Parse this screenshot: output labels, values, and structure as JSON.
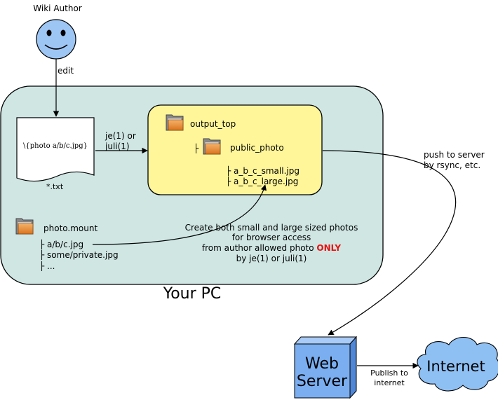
{
  "actor": {
    "label": "Wiki Author",
    "edit_label": "edit"
  },
  "source_doc": {
    "content": "\\{photo a/b/c.jpg}",
    "extension": "*.txt"
  },
  "convert_label": {
    "line1": "je(1) or",
    "line2": "juli(1)"
  },
  "output": {
    "folder": "output_top",
    "subfolder_prefix": "├",
    "subfolder": "public_photo",
    "files": [
      "├ a_b_c_small.jpg",
      "├ a_b_c_large.jpg"
    ]
  },
  "photo_mount": {
    "folder": "photo.mount",
    "items": [
      "├ a/b/c.jpg",
      "├ some/private.jpg",
      "├ ..."
    ]
  },
  "description": {
    "line1": "Create both small and large sized photos",
    "line2": "for browser access",
    "line3_prefix": "from author allowed photo",
    "line3_emphasis": "ONLY",
    "line4": "by je(1) or juli(1)"
  },
  "pc_label": "Your PC",
  "push_label": {
    "line1": "push to server",
    "line2": "by rsync, etc."
  },
  "web_server": {
    "line1": "Web",
    "line2": "Server"
  },
  "publish_label": {
    "line1": "Publish to",
    "line2": "internet"
  },
  "internet_label": "Internet",
  "colors": {
    "pc_fill": "#cfe6e3",
    "output_fill": "#fff69a",
    "server_fill": "#7aaef0",
    "cloud_fill": "#8fc0f4",
    "face_fill": "#9ec6f5",
    "emphasis": "#e81010"
  }
}
